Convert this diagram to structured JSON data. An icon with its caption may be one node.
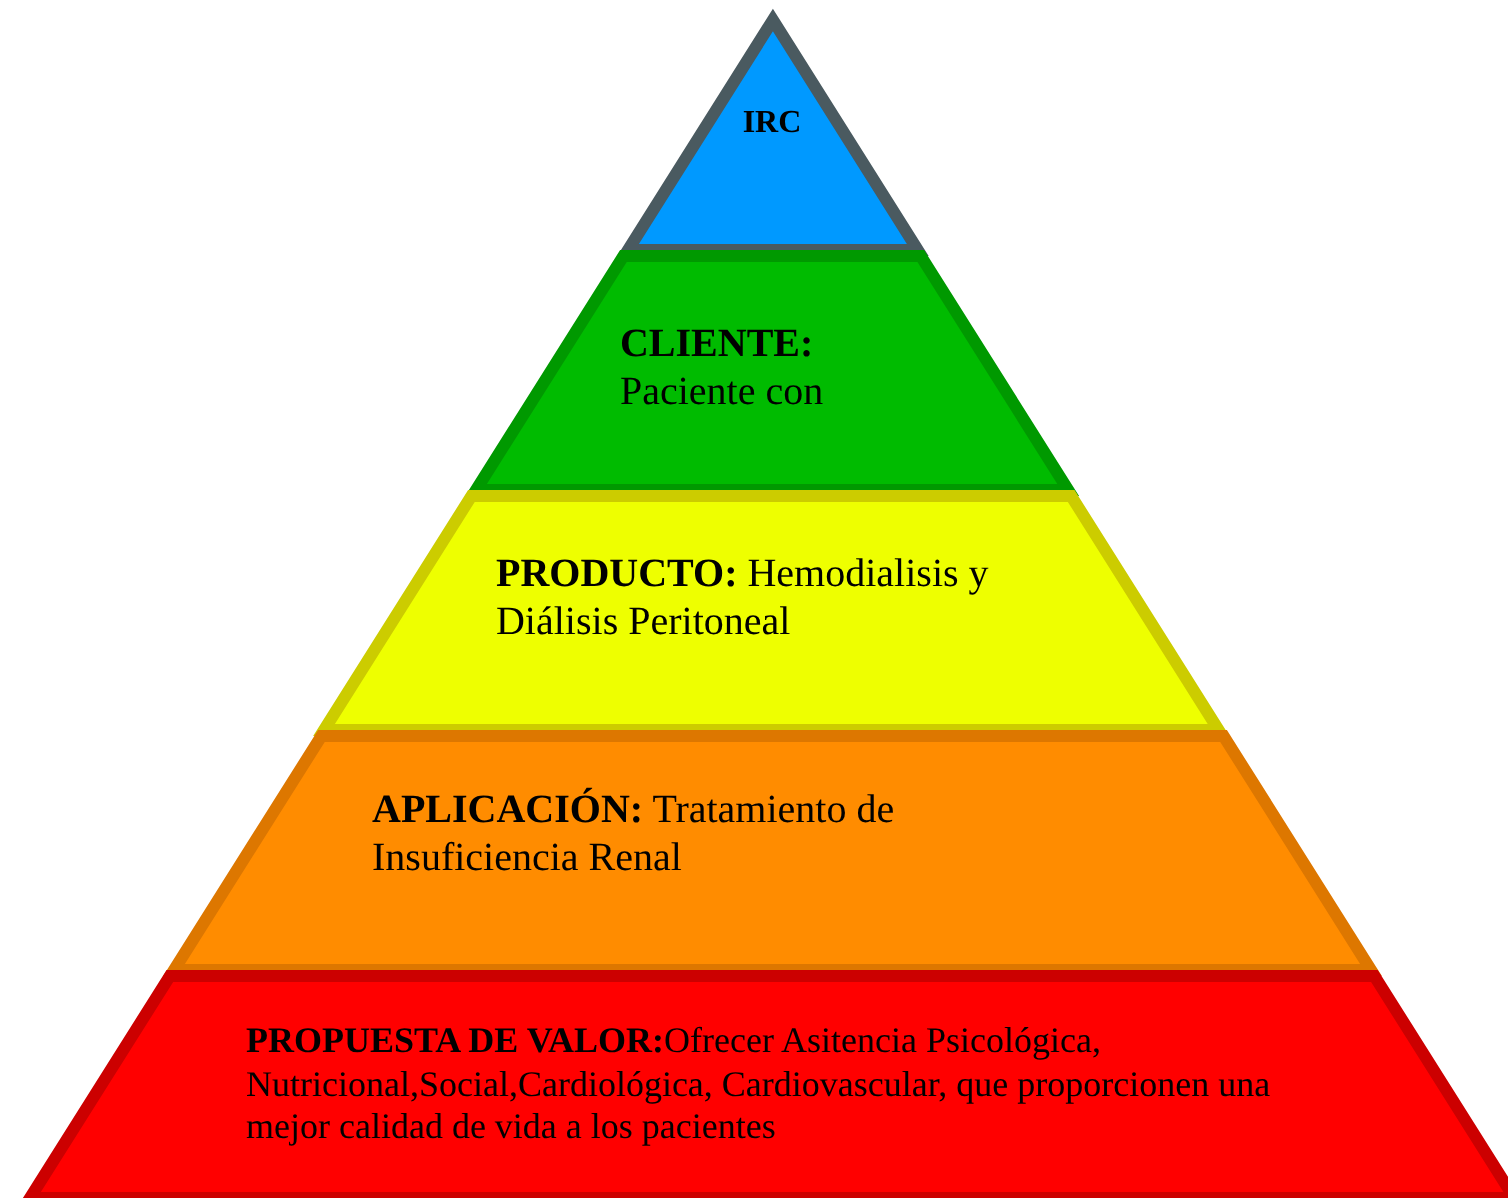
{
  "diagram": {
    "nodes": [
      {
        "text": [
          "IRC"
        ]
      },
      {
        "text": [
          "**CLIENTE:** Paciente con"
        ]
      },
      {
        "text": [
          "**PRODUCTO:** Hemodialisis y Diálisis Peritoneal"
        ]
      },
      {
        "text": [
          "**APLICACIÓN:** Tratamiento de Insuficiencia Renal"
        ]
      },
      {
        "text": [
          "**PROPUESTA DE VALOR:**Ofrecer Asitencia Psicológica, Nutricional,Social,Cardiológica, Cardiovascular, que proporcionen una mejor calidad de vida a los pacientes"
        ]
      }
    ]
  }
}
